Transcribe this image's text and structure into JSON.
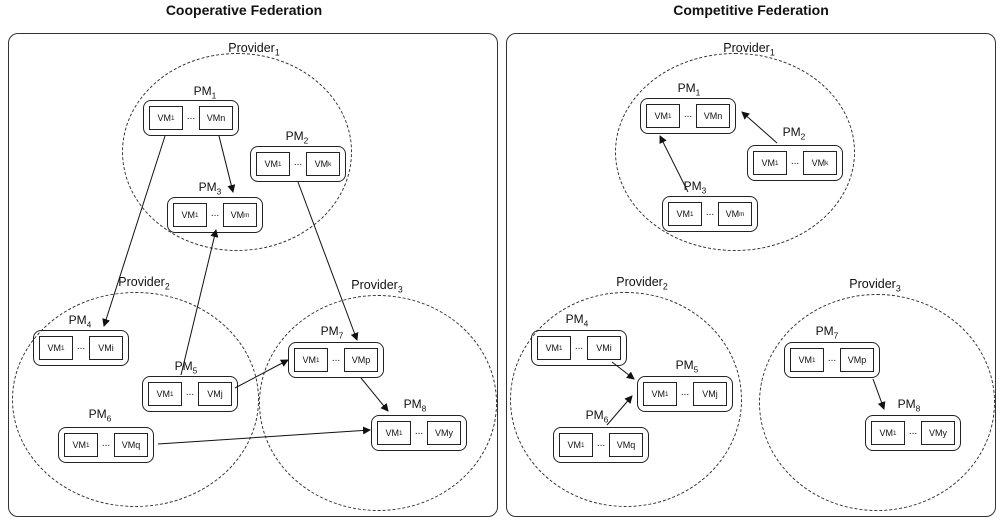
{
  "panels": [
    {
      "title": "Cooperative Federation"
    },
    {
      "title": "Competitive Federation"
    }
  ],
  "providers": {
    "p1": {
      "name": "Provider",
      "sub": "1"
    },
    "p2": {
      "name": "Provider",
      "sub": "2"
    },
    "p3": {
      "name": "Provider",
      "sub": "3"
    }
  },
  "pms": {
    "pm1": {
      "name": "PM",
      "sub": "1",
      "vm_a": "VM",
      "vm_a_sub": "1",
      "vm_b": "VMn"
    },
    "pm2": {
      "name": "PM",
      "sub": "2",
      "vm_a": "VM",
      "vm_a_sub": "1",
      "vm_b": "VM",
      "vm_b_sub": "k"
    },
    "pm3": {
      "name": "PM",
      "sub": "3",
      "vm_a": "VM",
      "vm_a_sub": "1",
      "vm_b": "VM",
      "vm_b_sub": "m"
    },
    "pm4": {
      "name": "PM",
      "sub": "4",
      "vm_a": "VM",
      "vm_a_sub": "1",
      "vm_b": "VMi"
    },
    "pm5": {
      "name": "PM",
      "sub": "5",
      "vm_a": "VM",
      "vm_a_sub": "1",
      "vm_b": "VMj"
    },
    "pm6": {
      "name": "PM",
      "sub": "6",
      "vm_a": "VM",
      "vm_a_sub": "1",
      "vm_b": "VMq"
    },
    "pm7": {
      "name": "PM",
      "sub": "7",
      "vm_a": "VM",
      "vm_a_sub": "1",
      "vm_b": "VMp"
    },
    "pm8": {
      "name": "PM",
      "sub": "8",
      "vm_a": "VM",
      "vm_a_sub": "1",
      "vm_b": "VMy"
    }
  },
  "dots": "..."
}
